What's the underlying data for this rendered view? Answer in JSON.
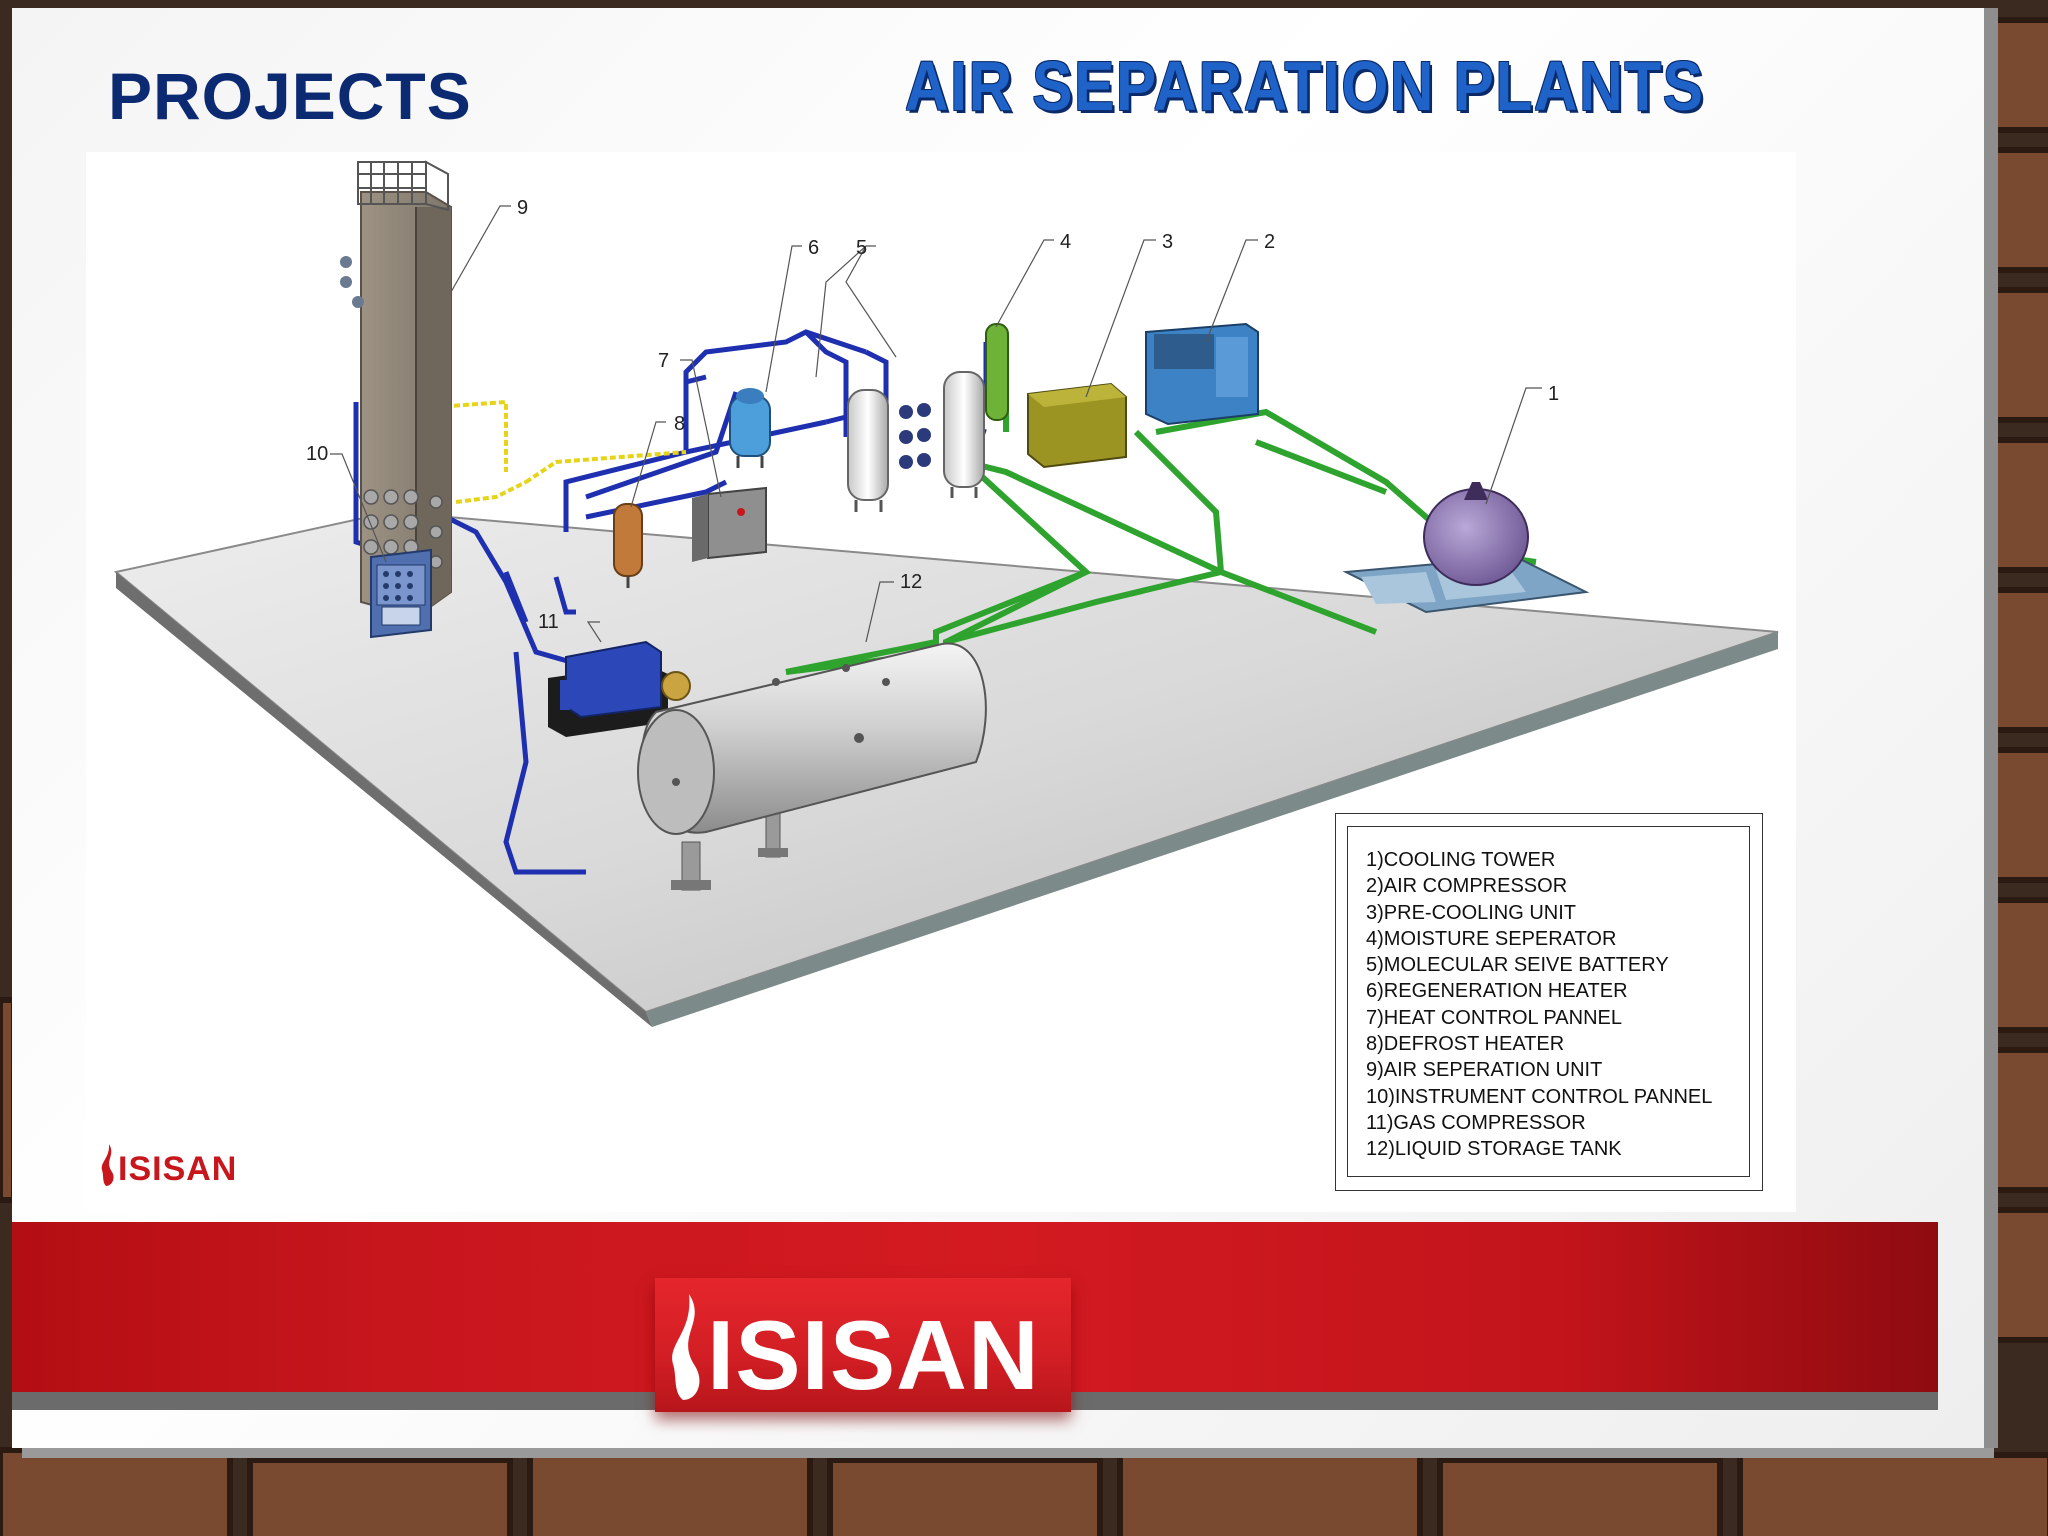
{
  "header": {
    "section_title": "PROJECTS",
    "main_title": "AIR SEPARATION PLANTS"
  },
  "diagram": {
    "callouts": [
      "1",
      "2",
      "3",
      "4",
      "5",
      "6",
      "7",
      "8",
      "9",
      "10",
      "11",
      "12"
    ],
    "legend": [
      "1)COOLING TOWER",
      "2)AIR COMPRESSOR",
      "3)PRE-COOLING  UNIT",
      "4)MOISTURE SEPERATOR",
      "5)MOLECULAR SEIVE BATTERY",
      "6)REGENERATION HEATER",
      "7)HEAT CONTROL PANNEL",
      "8)DEFROST HEATER",
      "9)AIR SEPERATION UNIT",
      "10)INSTRUMENT CONTROL PANNEL",
      "11)GAS COMPRESSOR",
      "12)LIQUID STORAGE TANK"
    ]
  },
  "branding": {
    "small_logo": "ISISAN",
    "big_logo": "ISISAN",
    "brand_color": "#c8161d",
    "title_color": "#0c2a72"
  }
}
